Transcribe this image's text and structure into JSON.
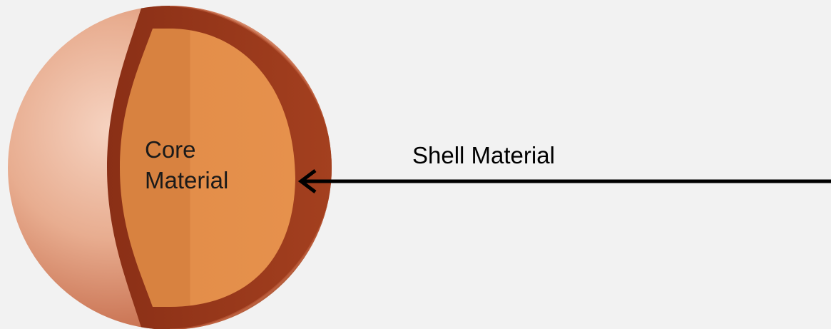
{
  "labels": {
    "core_line1": "Core",
    "core_line2": "Material",
    "shell": "Shell Material"
  },
  "colors": {
    "background": "#f2f2f2",
    "outer_sphere": "#e4a487",
    "shell": "#9e3c1f",
    "core": "#e08c48",
    "arrow": "#000000"
  }
}
